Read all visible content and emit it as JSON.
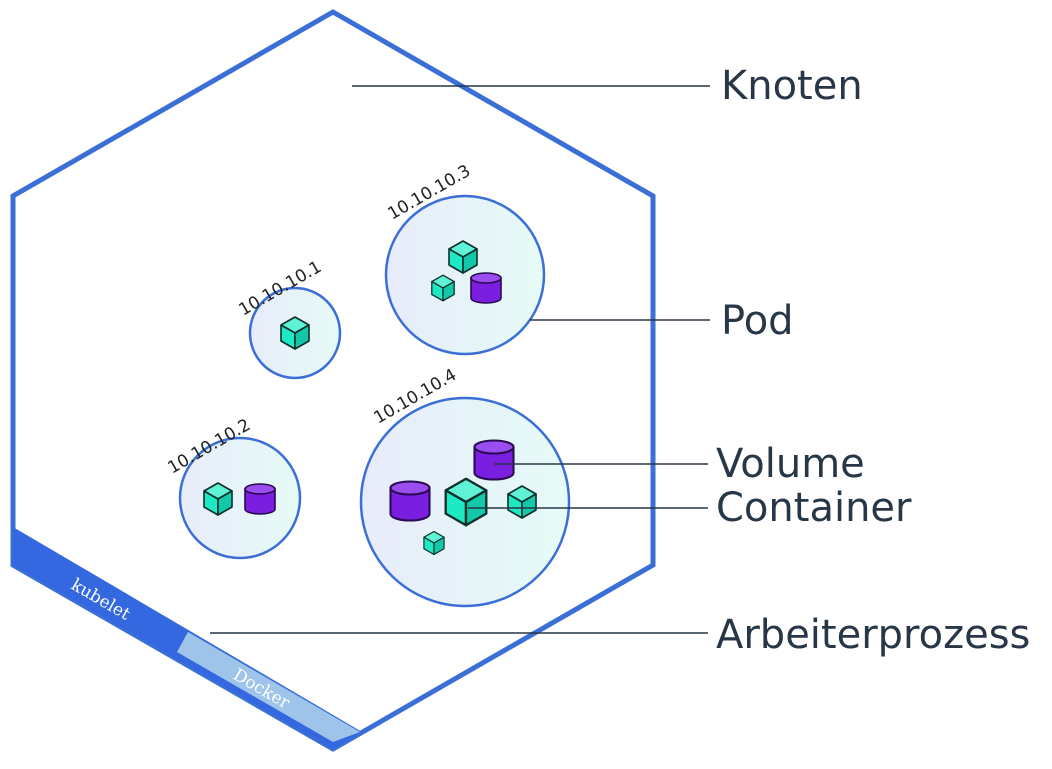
{
  "labels": {
    "node": "Knoten",
    "pod": "Pod",
    "volume": "Volume",
    "container": "Container",
    "process": "Arbeiterprozess"
  },
  "processes": {
    "kubelet": "kubelet",
    "docker": "Docker"
  },
  "pods": [
    {
      "ip": "10.10.10.1"
    },
    {
      "ip": "10.10.10.2"
    },
    {
      "ip": "10.10.10.3"
    },
    {
      "ip": "10.10.10.4"
    }
  ],
  "colors": {
    "node_border": "#3b6fd8",
    "pod_border": "#3b6fd8",
    "container": "#1de9c4",
    "volume": "#7a1fe0",
    "kubelet_bar": "#3468e0",
    "docker_bar": "#9ec4ea",
    "text": "#283747"
  },
  "icons": {
    "container": "cube-icon",
    "volume": "cylinder-icon"
  }
}
